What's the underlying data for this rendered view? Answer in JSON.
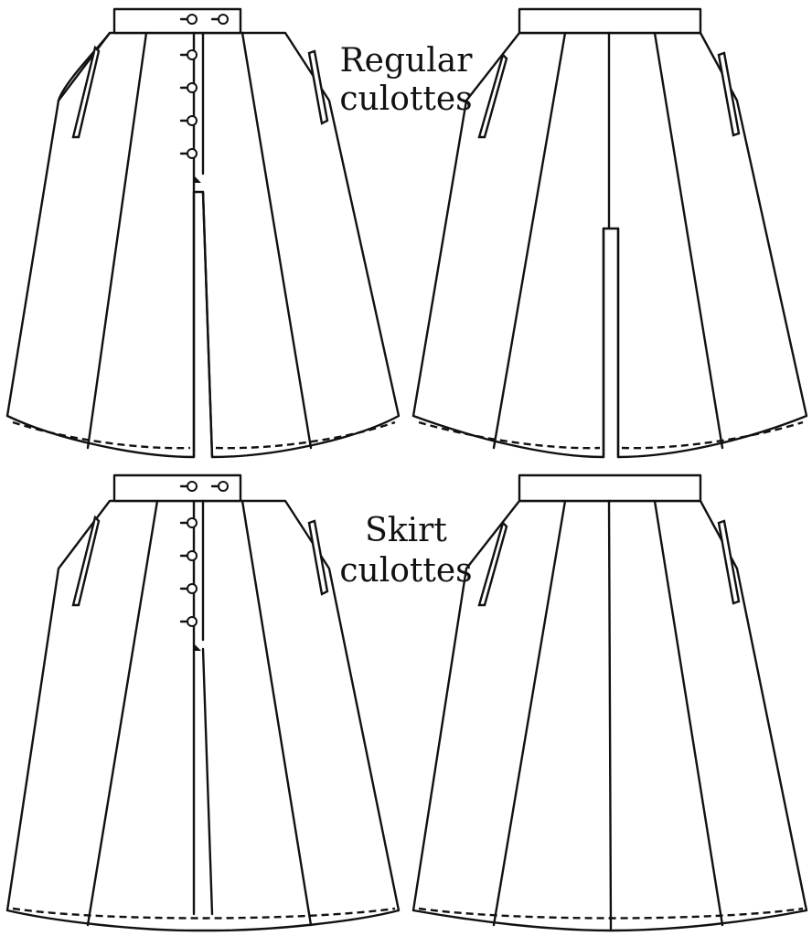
{
  "labels": {
    "regular_line1": "Regular",
    "regular_line2": "culottes",
    "skirt_line1": "Skirt",
    "skirt_line2": "culottes"
  },
  "colors": {
    "ink": "#111111",
    "paper": "#ffffff"
  },
  "garments": [
    {
      "name": "Regular culottes",
      "view": "front",
      "buttons": 6
    },
    {
      "name": "Regular culottes",
      "view": "back",
      "buttons": 0
    },
    {
      "name": "Skirt culottes",
      "view": "front",
      "buttons": 6
    },
    {
      "name": "Skirt culottes",
      "view": "back",
      "buttons": 0
    }
  ]
}
